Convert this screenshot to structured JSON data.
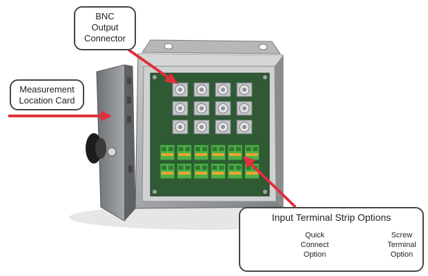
{
  "callouts": {
    "bnc": {
      "line1": "BNC",
      "line2": "Output",
      "line3": "Connector"
    },
    "measurement": {
      "line1": "Measurement",
      "line2": "Location Card"
    },
    "input_strip": {
      "title": "Input Terminal Strip Options",
      "quick": {
        "line1": "Quick",
        "line2": "Connect",
        "line3": "Option"
      },
      "screw": {
        "line1": "Screw",
        "line2": "Terminal",
        "line3": "Option"
      }
    }
  },
  "colors": {
    "arrow": "#e0303a",
    "enclosure": "#a8aaac",
    "pcb": "#2f5a34",
    "terminal": "#4fae4a",
    "quick_release": "#f2a62c"
  }
}
